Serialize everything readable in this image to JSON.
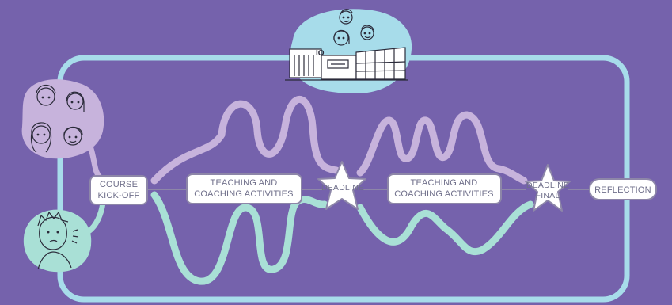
{
  "colors": {
    "background": "#7562ac",
    "frame": "#a7dcea",
    "upper_wave": "#c7b3dc",
    "lower_wave": "#a9e0d6",
    "connector": "#8d86a8",
    "box_fill": "#ffffff",
    "box_border": "#8d86a8",
    "text": "#6f6f8a",
    "blob_top": "#a7dcea",
    "blob_left_top": "#c7b3dc",
    "blob_left_bottom": "#a9e0d6"
  },
  "nodes": {
    "kickoff": {
      "line1": "COURSE",
      "line2": "KICK-OFF"
    },
    "activities_1": {
      "line1": "TEACHING AND",
      "line2": "COACHING ACTIVITIES"
    },
    "deadline": {
      "label": "DEADLINE"
    },
    "activities_2": {
      "line1": "TEACHING AND",
      "line2": "COACHING ACTIVITIES"
    },
    "deadline_final": {
      "line1": "DEADLINE",
      "line2": "FINAL"
    },
    "reflection": {
      "label": "REFLECTION"
    }
  },
  "illustrations": {
    "top": {
      "building_sign": "IO"
    }
  },
  "icons": {
    "group_of_people": "people-group-icon",
    "single_person": "person-icon",
    "school_building": "building-icon",
    "star": "star-icon"
  }
}
